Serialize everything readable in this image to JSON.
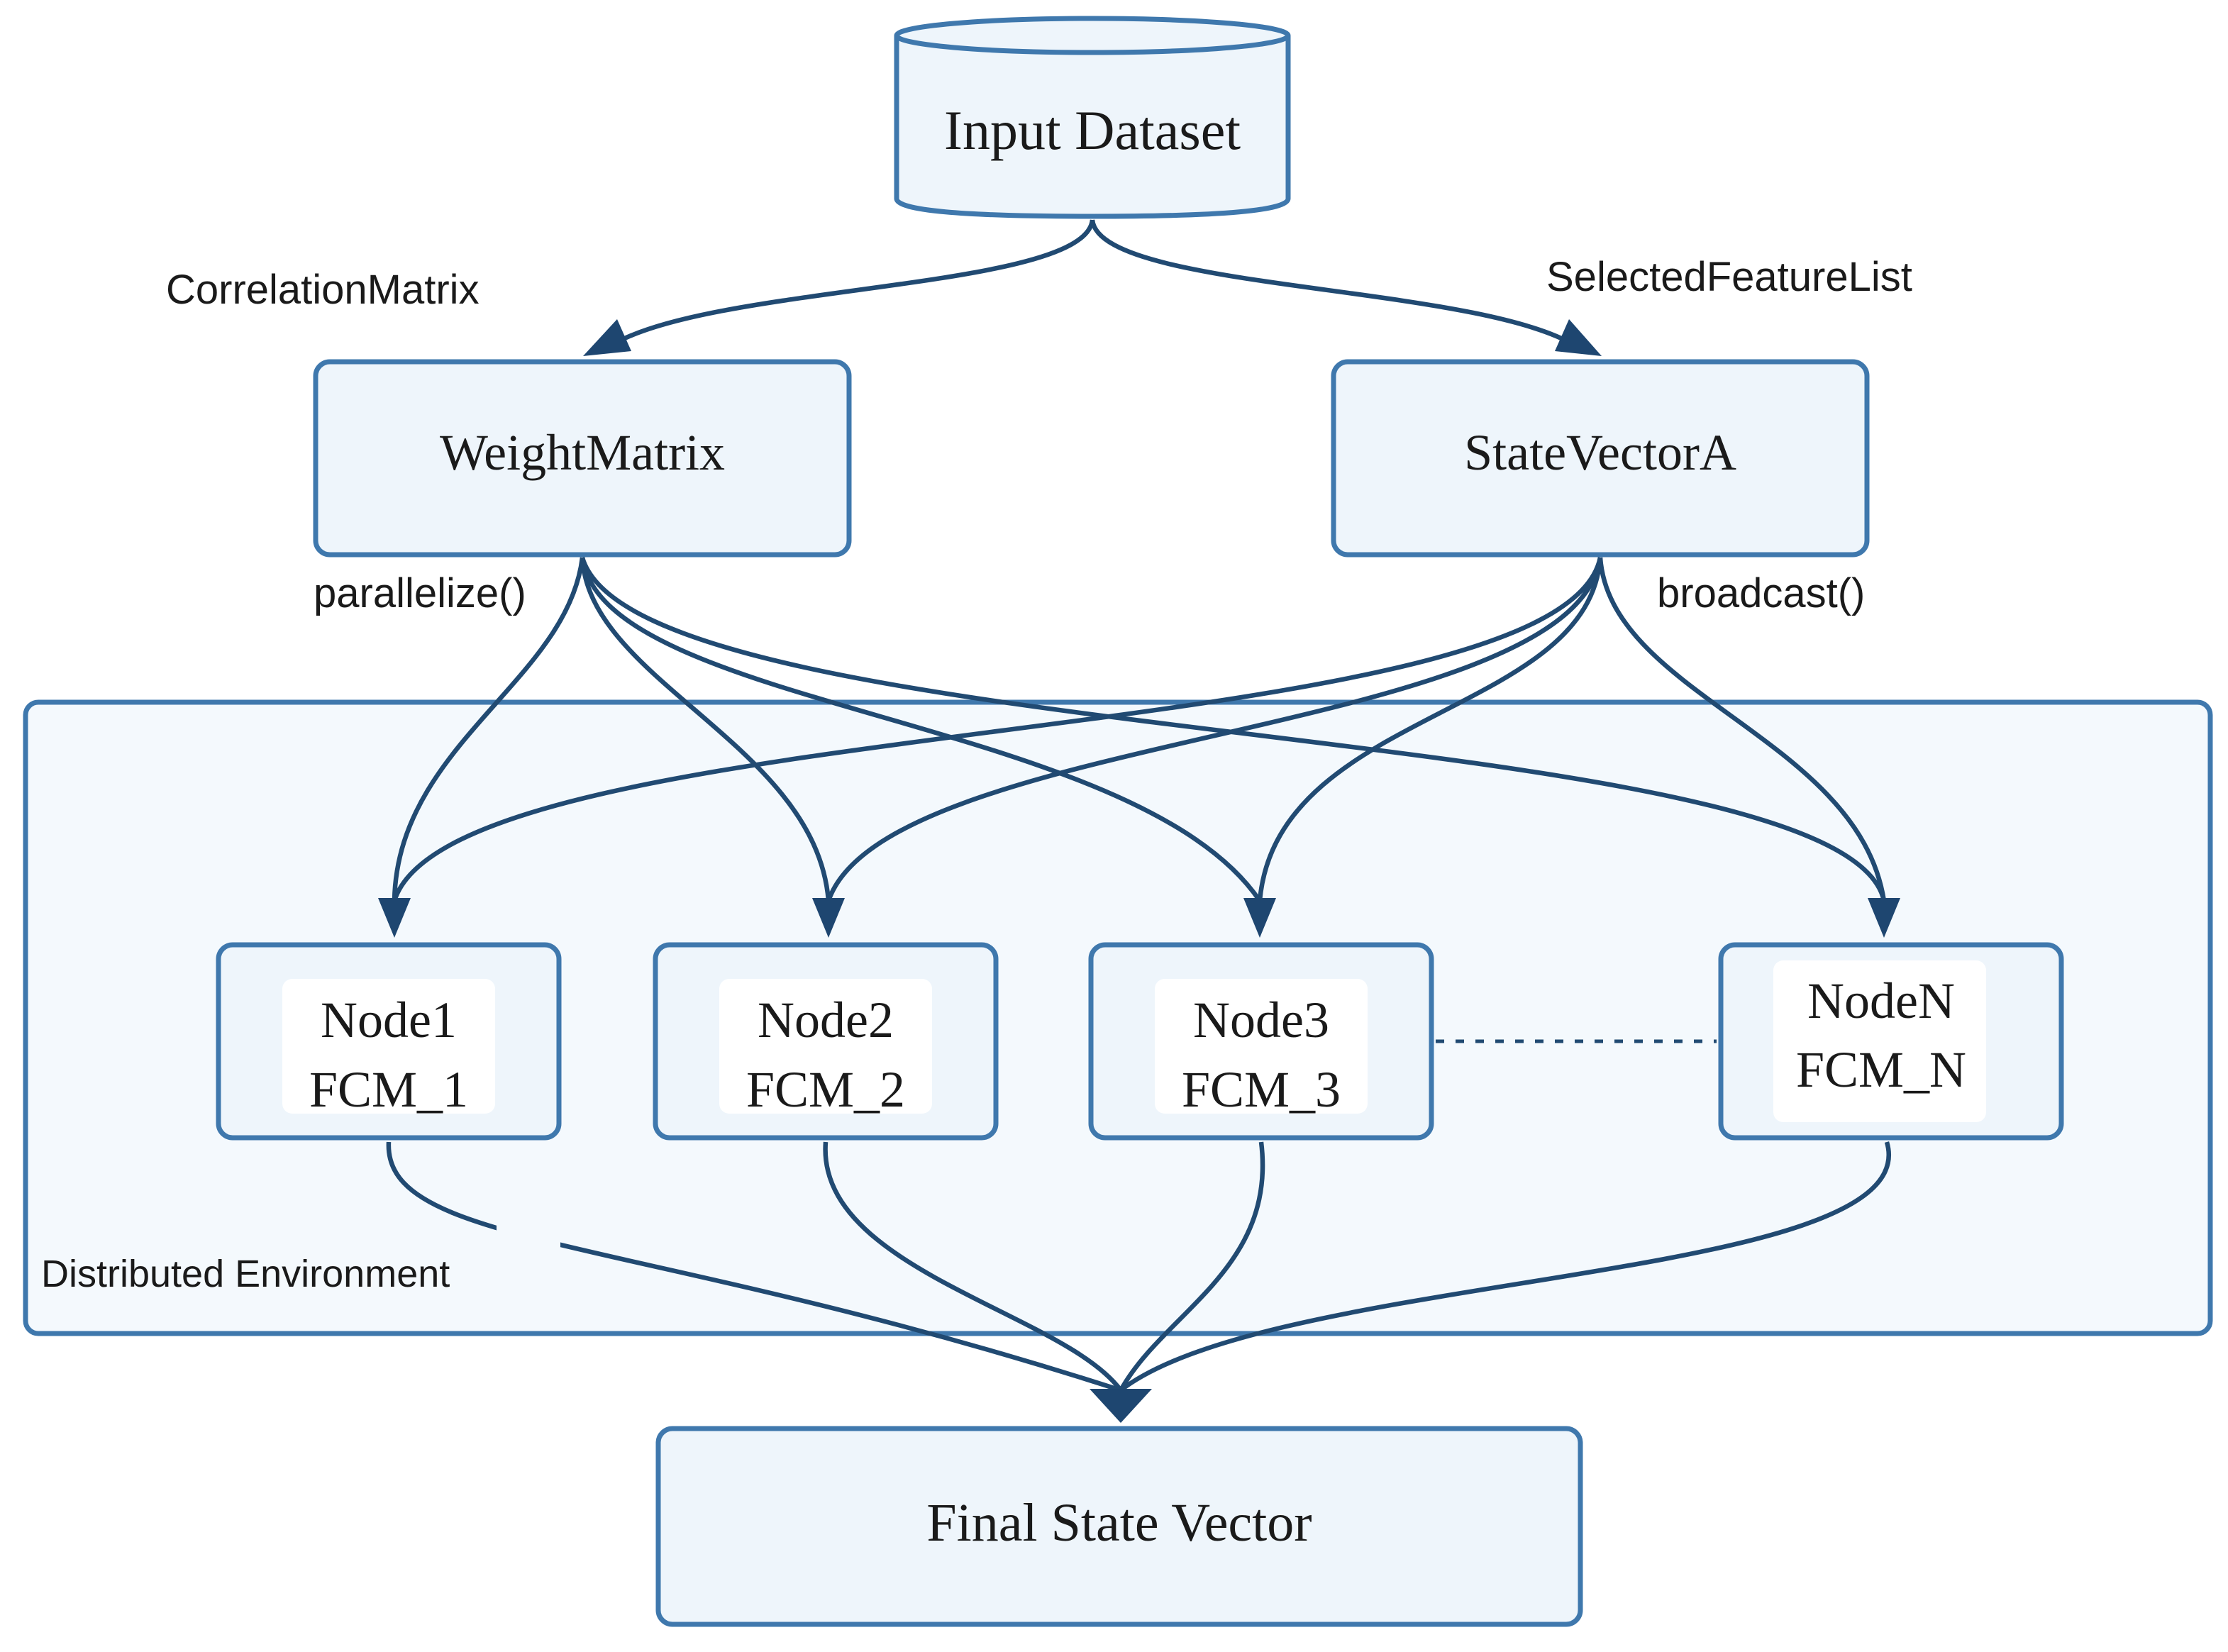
{
  "nodes": {
    "input": "Input Dataset",
    "weight": "WeightMatrix",
    "state": "StateVectorA",
    "node1": {
      "line1": "Node1",
      "line2": "FCM_1"
    },
    "node2": {
      "line1": "Node2",
      "line2": "FCM_2"
    },
    "node3": {
      "line1": "Node3",
      "line2": "FCM_3"
    },
    "nodeN": {
      "line1": "NodeN",
      "line2": "FCM_N"
    },
    "final": "Final State Vector"
  },
  "edge_labels": {
    "correlation": "CorrelationMatrix",
    "selected": "SelectedFeatureList",
    "parallelize": "parallelize()",
    "broadcast": "broadcast()"
  },
  "container_label": "Distributed Environment",
  "colors": {
    "box_fill": "#eef5fb",
    "box_stroke": "#3f78ad",
    "edge": "#214a72",
    "container_fill": "#f4f9fd"
  }
}
